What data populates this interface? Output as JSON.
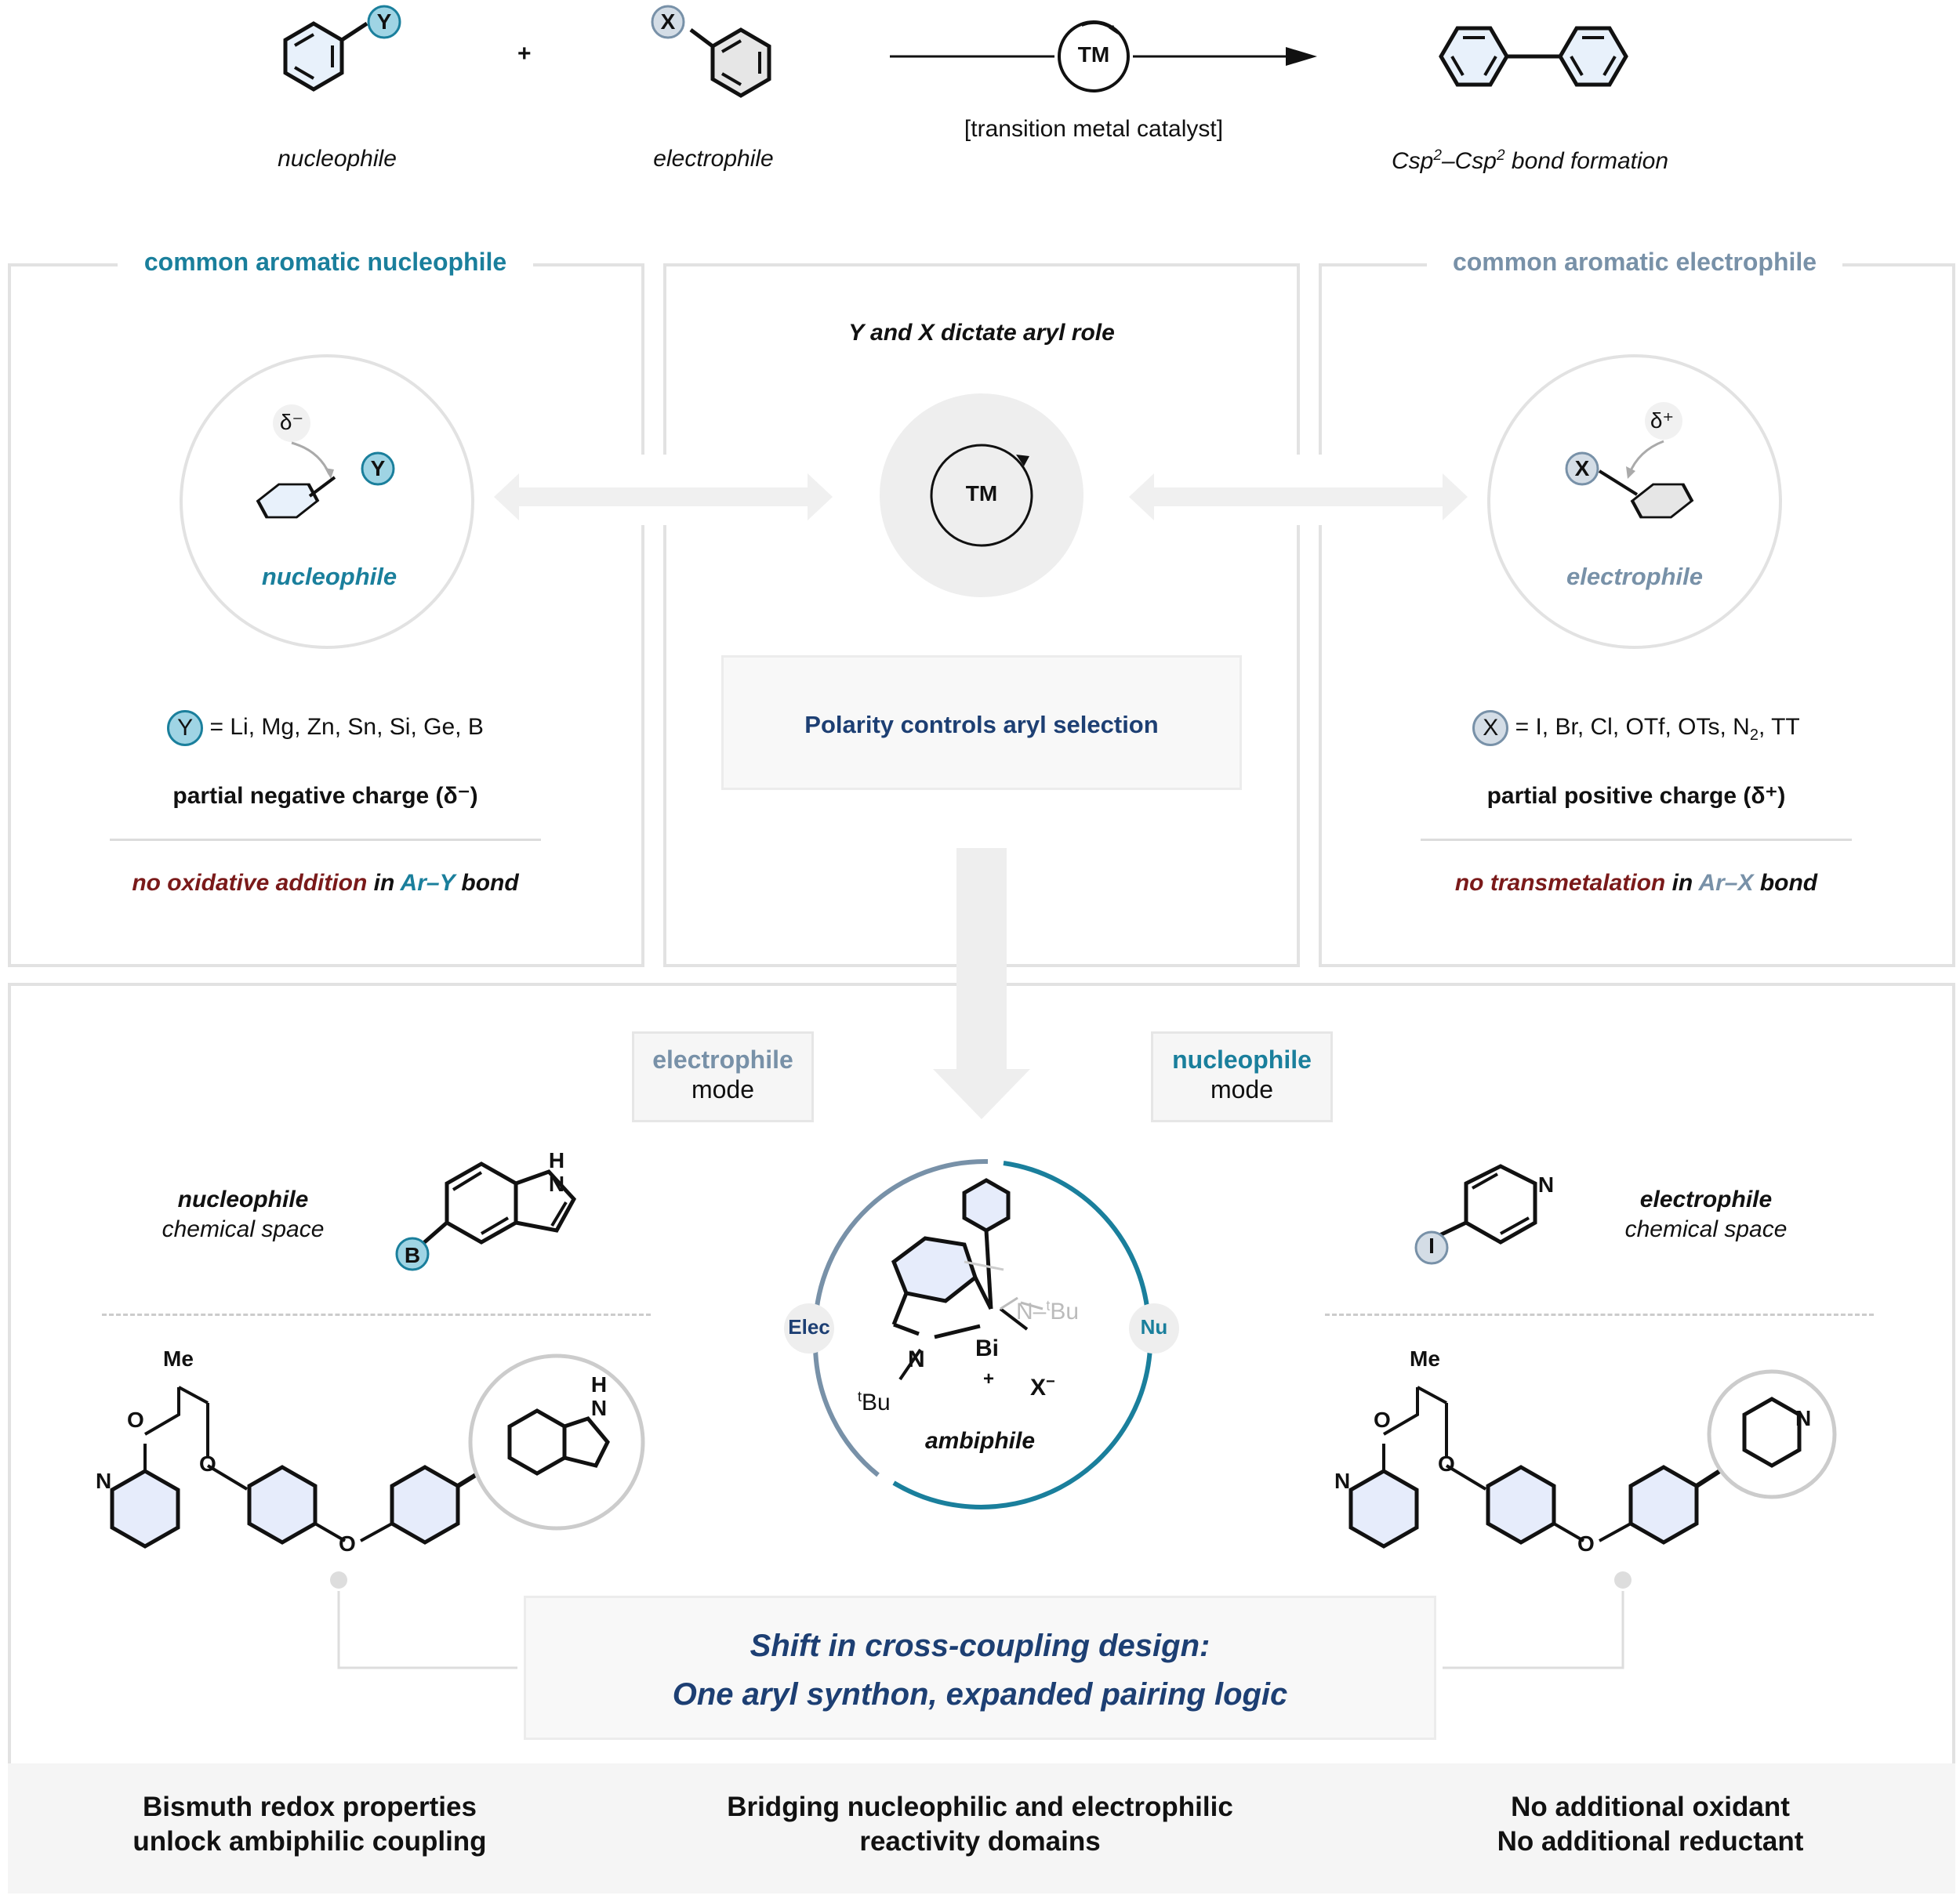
{
  "top": {
    "nucleophile_label": "nucleophile",
    "electrophile_label": "electrophile",
    "plus": "+",
    "catalyst_badge": "TM",
    "catalyst_label": "[transition metal catalyst]",
    "product_label_prefix": "Csp",
    "product_label_mid": "–Csp",
    "product_label_suffix": " bond formation",
    "superscript": "2",
    "y_atom": "Y",
    "x_atom": "X"
  },
  "left_panel": {
    "header": "common aromatic nucleophile",
    "delta": "δ⁻",
    "atom": "Y",
    "circle_label": "nucleophile",
    "list": "= Li, Mg, Zn, Sn, Si, Ge, B",
    "charge": "partial negative charge (δ⁻)",
    "note_a": "no oxidative addition",
    "note_b": " in ",
    "note_c": "Ar–Y",
    "note_d": " bond"
  },
  "middle_panel": {
    "header": "Y and X dictate aryl role",
    "badge": "TM",
    "box": "Polarity controls aryl selection"
  },
  "right_panel": {
    "header": "common aromatic electrophile",
    "delta": "δ⁺",
    "atom": "X",
    "circle_label": "electrophile",
    "list_a": "= I, Br, Cl, OTf, OTs, N",
    "list_sub": "2",
    "list_b": ", TT",
    "charge": "partial positive charge (δ⁺)",
    "note_a": "no transmetalation",
    "note_b": " in ",
    "note_c": "Ar–X",
    "note_d": " bond"
  },
  "bottom_panel": {
    "mode_left_a": "electrophile",
    "mode_left_b": "mode",
    "mode_right_a": "nucleophile",
    "mode_right_b": "mode",
    "left_space_a": "nucleophile",
    "left_space_b": "chemical space",
    "right_space_a": "electrophile",
    "right_space_b": "chemical space",
    "boron": "B",
    "iodine": "I",
    "nh_h": "H",
    "nh_n": "N",
    "pyr_n": "N",
    "me": "Me",
    "o": "O",
    "elec_badge": "Elec",
    "nu_badge": "Nu",
    "ambiphile": "ambiphile",
    "bi": "Bi",
    "plus": "+",
    "n": "N",
    "tbu": "Bu",
    "t": "t",
    "x_anion": "X",
    "minus": "−",
    "shift_line1": "Shift in cross-coupling design:",
    "shift_line2": "One aryl synthon, expanded pairing logic"
  },
  "footer": {
    "col1_a": "Bismuth redox properties",
    "col1_b": "unlock ambiphilic coupling",
    "col2_a": "Bridging nucleophilic and electrophilic",
    "col2_b": "reactivity domains",
    "col3_a": "No additional oxidant",
    "col3_b": "No additional reductant"
  },
  "colors": {
    "teal": "#1a7f9c",
    "slate": "#7891a8",
    "maroon": "#7a1a1a",
    "navy": "#1d3f73",
    "ring_blue": "#e6ecfb"
  }
}
